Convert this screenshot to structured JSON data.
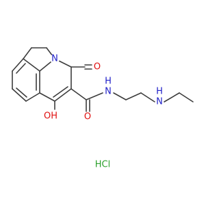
{
  "molecule": {
    "atoms": {
      "ring_n": "N",
      "ketone_o": "O",
      "amide_o": "O",
      "amide_nh": "N",
      "amide_h": "H",
      "amine_n": "N",
      "amine_h": "H",
      "hydroxyl": "OH",
      "salt": "HCl"
    }
  },
  "colors": {
    "bond": "#3c3c3c",
    "nitrogen": "#2020c8",
    "oxygen": "#e01010",
    "chlorine": "#2ca02c",
    "hydrogen": "#3c3c3c"
  }
}
